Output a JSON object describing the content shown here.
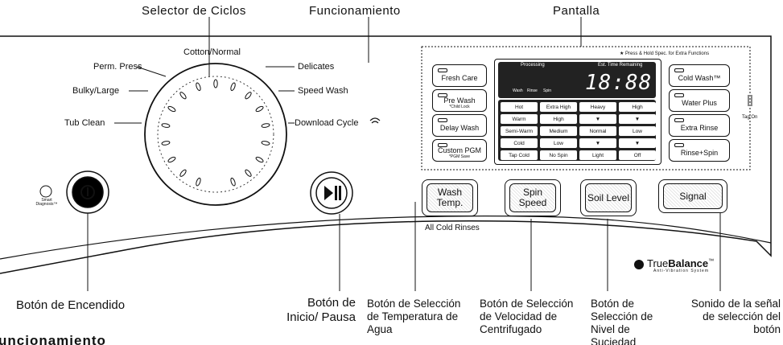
{
  "callouts": {
    "selector": "Selector de Ciclos",
    "funcionamiento": "Funcionamiento",
    "pantalla": "Pantalla"
  },
  "cycles": {
    "cotton": "Cotton/Normal",
    "perm": "Perm. Press",
    "bulky": "Bulky/Large",
    "tub": "Tub Clean",
    "delicates": "Delicates",
    "speed": "Speed Wash",
    "download": "Download Cycle"
  },
  "panel": {
    "press_hold": "★ Press & Hold Spec. for Extra Functions",
    "left_buttons": [
      {
        "label": "Fresh Care",
        "sub": ""
      },
      {
        "label": "Pre Wash",
        "sub": "*Child Lock"
      },
      {
        "label": "Delay Wash",
        "sub": ""
      },
      {
        "label": "Custom PGM",
        "sub": "*PGM Save"
      }
    ],
    "right_buttons": [
      {
        "label": "Cold Wash™"
      },
      {
        "label": "Water Plus"
      },
      {
        "label": "Extra Rinse"
      },
      {
        "label": "Rinse+Spin"
      }
    ],
    "tag_on": "Tag On",
    "display": {
      "processing": "Processing",
      "est": "Est. Time Remaining",
      "time": "18:88",
      "icons": [
        "Wash",
        "Rinse",
        "Spin"
      ],
      "options": [
        [
          "Hot",
          "Extra High",
          "Heavy",
          "High"
        ],
        [
          "Warm",
          "High",
          "▼",
          "▼"
        ],
        [
          "Semi-Warm",
          "Medium",
          "Normal",
          "Low"
        ],
        [
          "Cold",
          "Low",
          "▼",
          "▼"
        ],
        [
          "Tap Cold",
          "No Spin",
          "Light",
          "Off"
        ]
      ]
    }
  },
  "smart_diagnosis": "Smart Diagnosis™",
  "controls": {
    "wash_temp": "Wash Temp.",
    "spin_speed": "Spin Speed",
    "soil_level": "Soil Level",
    "signal": "Signal",
    "all_cold": "All Cold Rinses",
    "truebalance_a": "True",
    "truebalance_b": "Balance",
    "tm": "™",
    "anti_vib": "Anti-Vibration System"
  },
  "captions": {
    "power": "Botón de Encendido",
    "start": "Botón de Inicio/ Pausa",
    "temp": "Botón de Selección de Temperatura de Agua",
    "spin": "Botón de Selección de Velocidad de Centrifugado",
    "soil": "Botón de Selección de Nivel de Suciedad",
    "signal": "Sonido de la señal de selección del botón"
  },
  "footer": "uncionamiento"
}
